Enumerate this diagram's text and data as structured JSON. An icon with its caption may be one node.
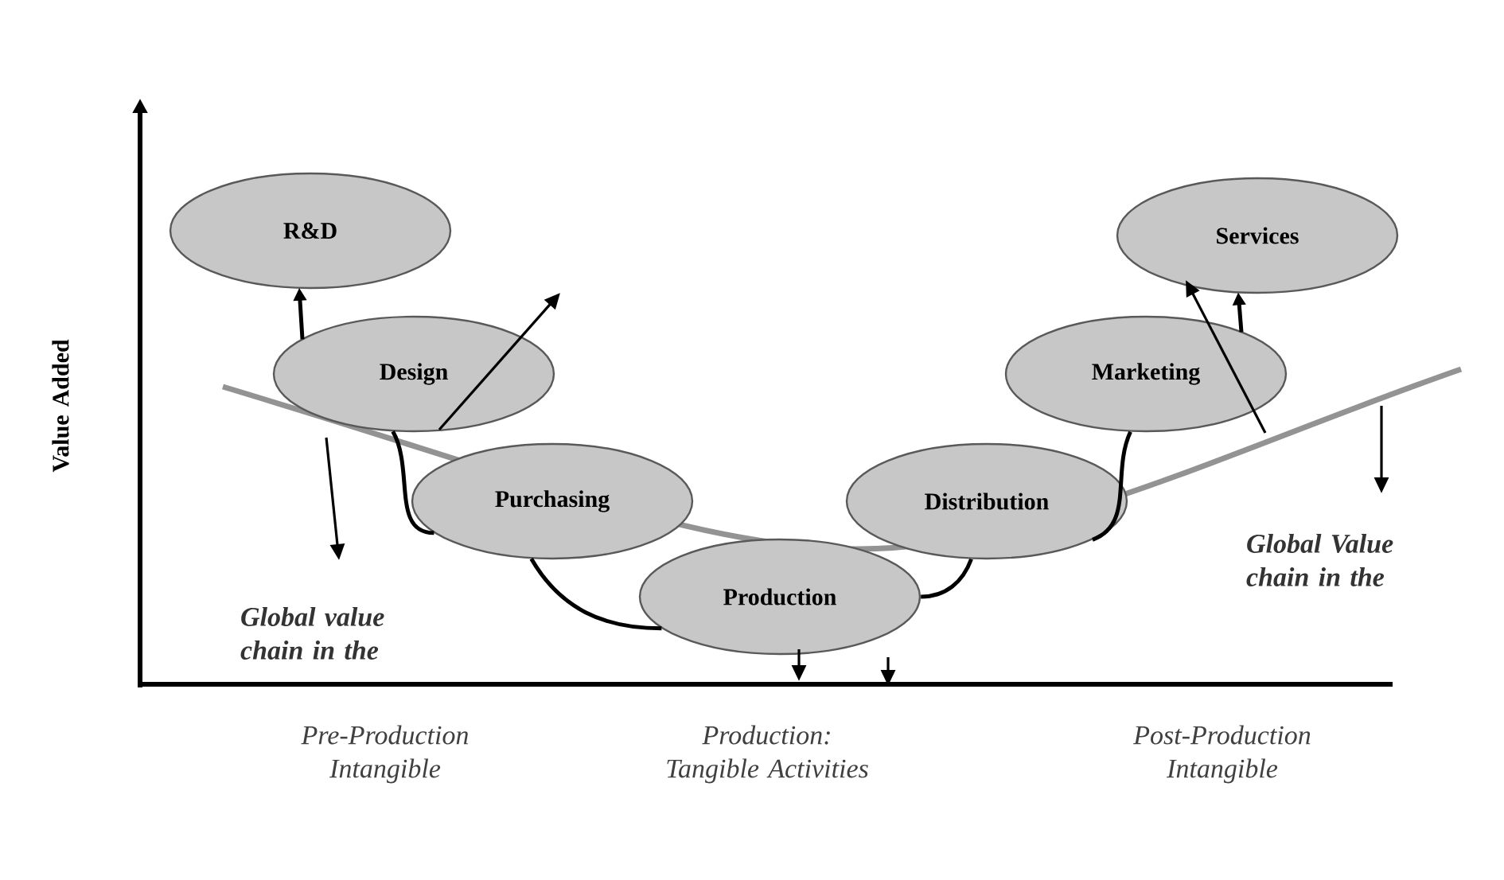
{
  "diagram": {
    "nodes": [
      {
        "text": [
          "R&D"
        ]
      },
      {
        "text": [
          "Design"
        ]
      },
      {
        "text": [
          "Purchasing"
        ]
      },
      {
        "text": [
          "Production"
        ]
      },
      {
        "text": [
          "Distribution"
        ]
      },
      {
        "text": [
          "Marketing"
        ]
      },
      {
        "text": [
          "Services"
        ]
      }
    ],
    "edges": [
      {
        "from": 1,
        "to": 0,
        "arrow": "to"
      },
      {
        "from": 5,
        "to": 6,
        "arrow": "to"
      },
      {
        "from": 1,
        "to": 2,
        "arrow": "none"
      },
      {
        "from": 2,
        "to": 3,
        "arrow": "none"
      },
      {
        "from": 3,
        "to": 4,
        "arrow": "none"
      },
      {
        "from": 4,
        "to": 5,
        "arrow": "none"
      }
    ],
    "labels": [
      "Value Added",
      "Global Value chain in the",
      "Global value chain in the",
      "Pre-Production Intangible",
      "Production: Tangible Activities",
      "Post-Production Intangible"
    ]
  }
}
